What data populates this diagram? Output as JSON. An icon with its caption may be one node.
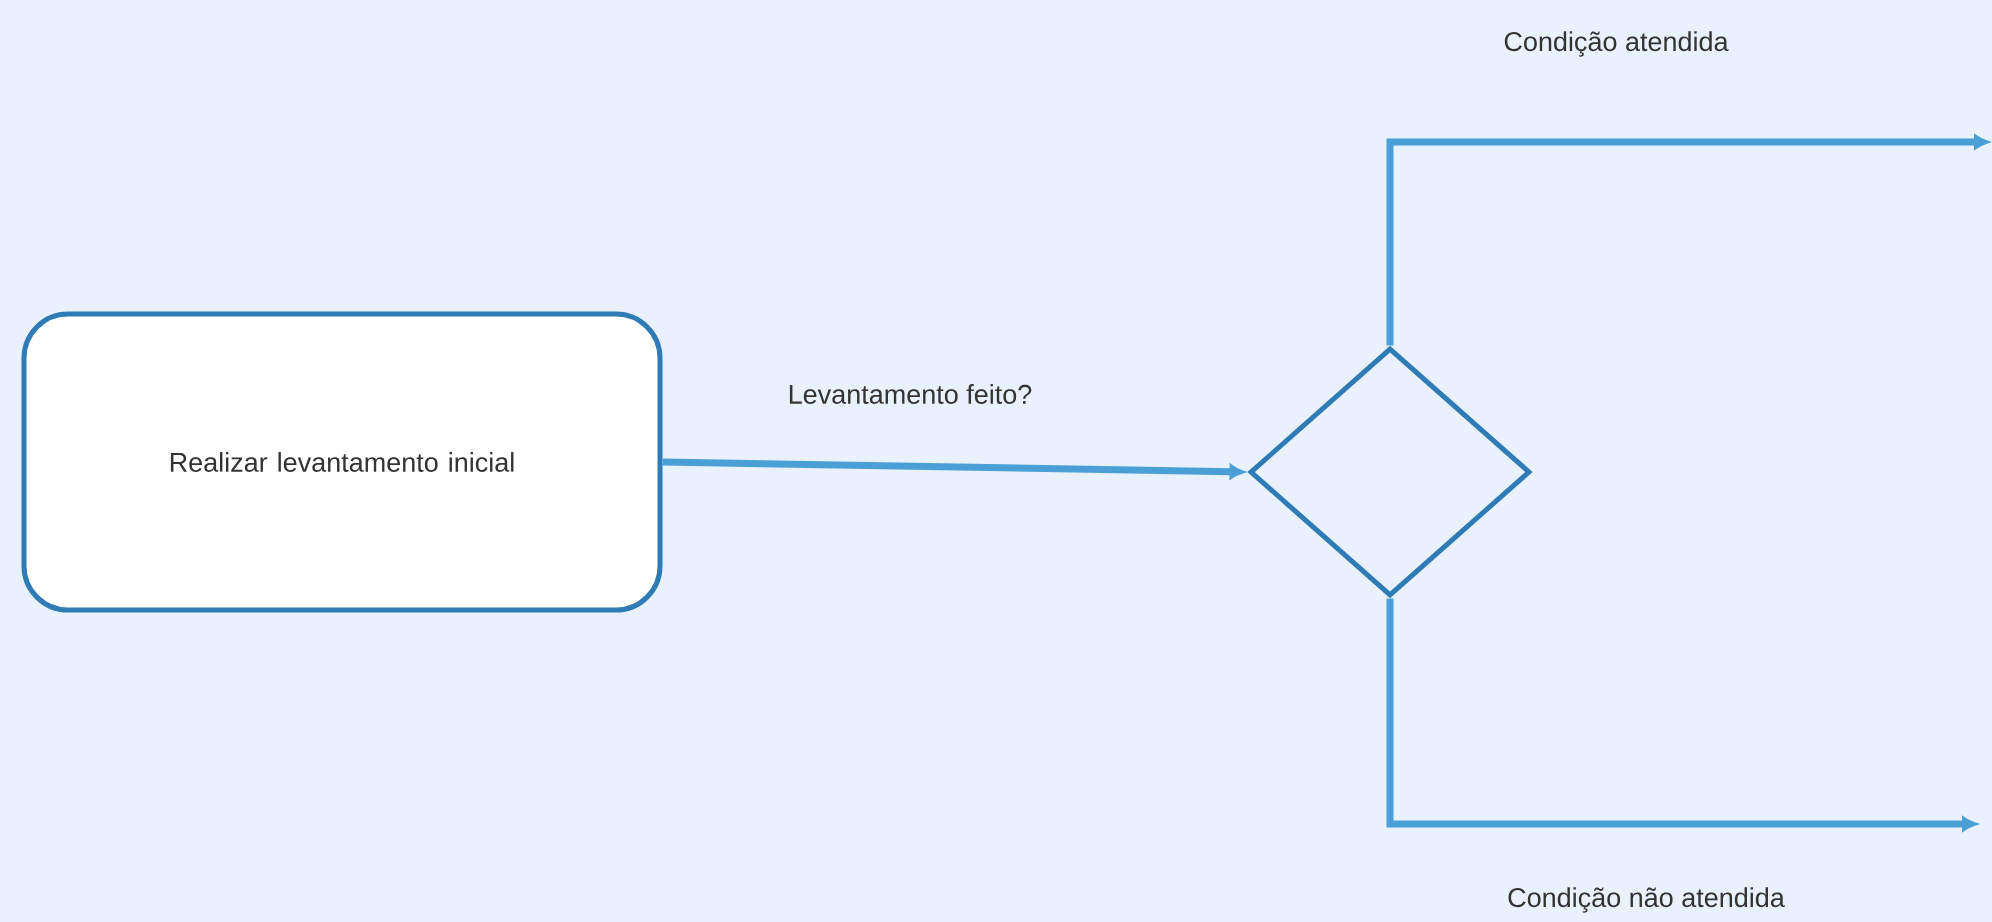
{
  "diagram": {
    "nodes": [
      {
        "text": [
          "Realizar levantamento inicial"
        ]
      },
      {
        "text": [],
        "shape": "diamond"
      }
    ],
    "edges": [
      {
        "from": 0,
        "to": 1,
        "arrow": "to",
        "label": "Levantamento feito?"
      },
      {
        "from": 1,
        "to": null,
        "arrow": "to",
        "label": "Condição atendida"
      },
      {
        "from": 1,
        "to": null,
        "arrow": "to",
        "label": "Condição não atendida"
      }
    ]
  }
}
